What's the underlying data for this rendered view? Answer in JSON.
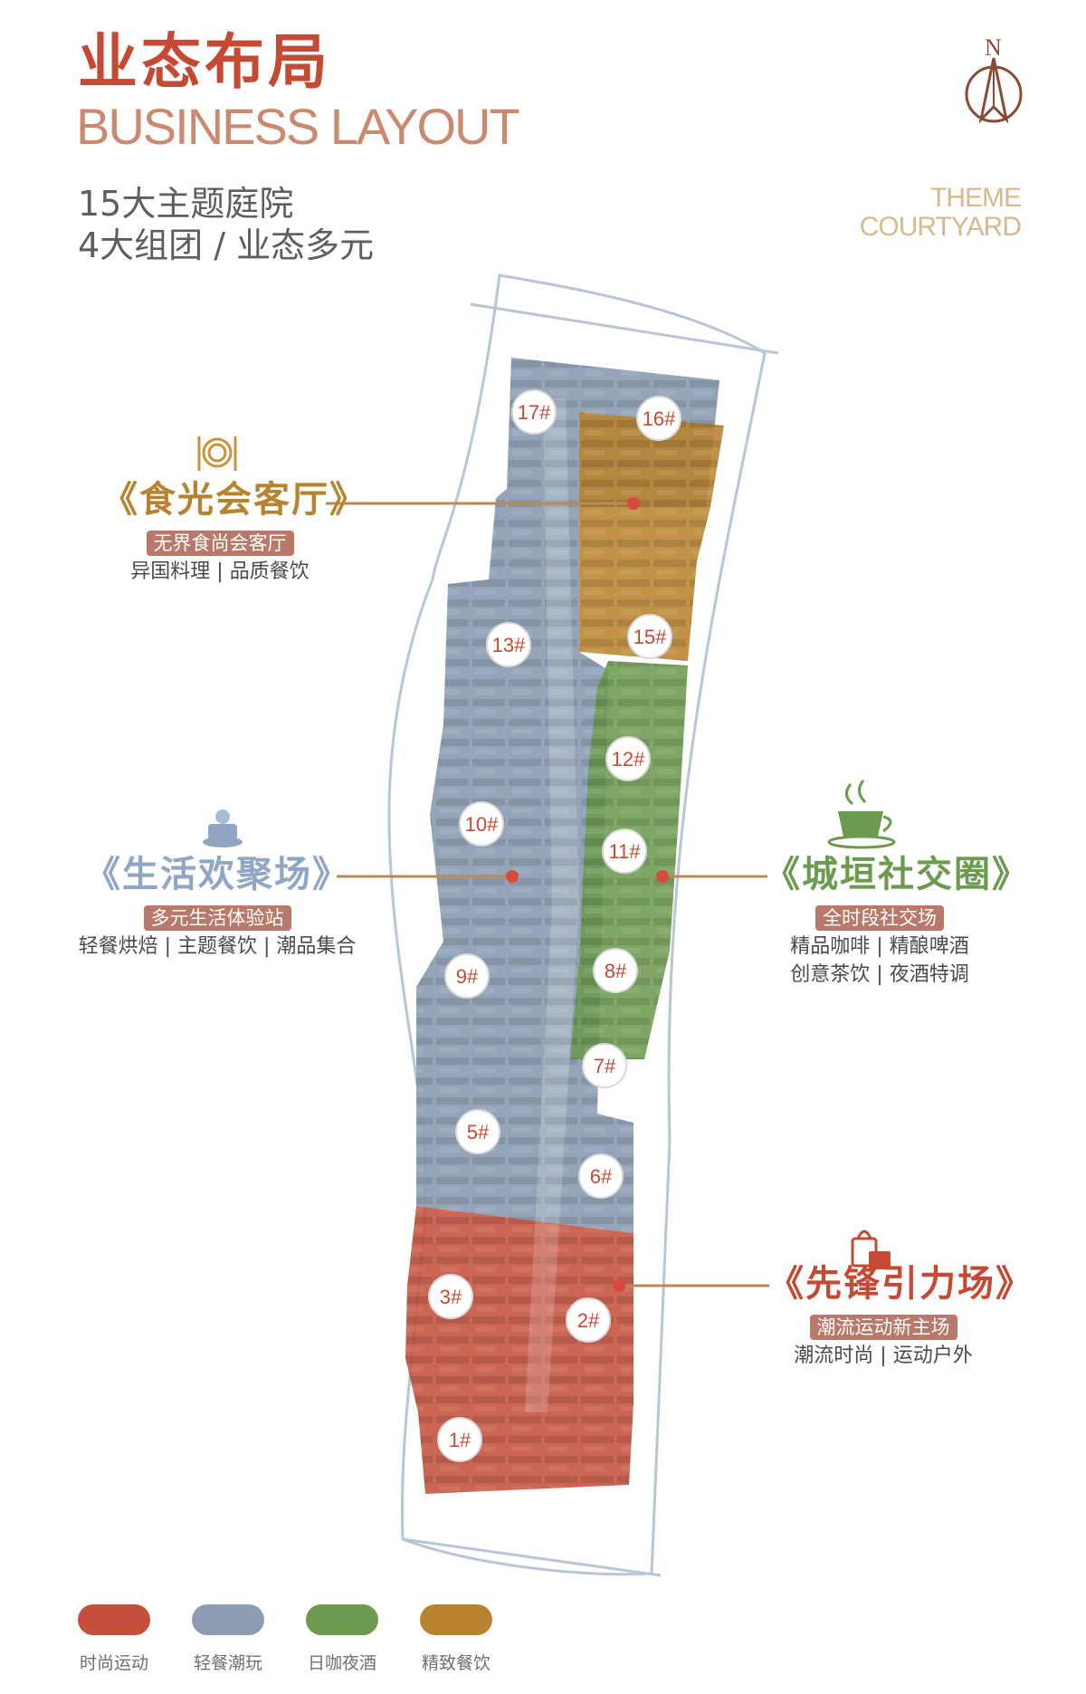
{
  "header": {
    "title_cn": "业态布局",
    "title_en": "BUSINESS LAYOUT",
    "subtitle_line1": "15大主题庭院",
    "subtitle_line2": "4大组团 / 业态多元",
    "theme_line1": "THEME",
    "theme_line2": "COURTYARD",
    "north_letter": "N"
  },
  "colors": {
    "red": "#c4503c",
    "blue": "#8c9db3",
    "green": "#6c9a4e",
    "gold": "#b8832f",
    "title_red": "#c64a33",
    "tag_bg": "#b8786a"
  },
  "groups": {
    "dining": {
      "icon": "dining-icon",
      "title": "食光会客厅",
      "tag": "无界食尚会客厅",
      "desc1": "异国料理 | 品质餐饮"
    },
    "life": {
      "icon": "cake-icon",
      "title": "生活欢聚场",
      "tag": "多元生活体验站",
      "desc1": "轻餐烘焙 | 主题餐饮 | 潮品集合"
    },
    "social": {
      "icon": "coffee-cup-icon",
      "title": "城垣社交圈",
      "tag": "全时段社交场",
      "desc1": "精品咖啡 | 精酿啤酒",
      "desc2": "创意茶饮 | 夜酒特调"
    },
    "pioneer": {
      "icon": "shopping-bag-icon",
      "title": "先锋引力场",
      "tag": "潮流运动新主场",
      "desc1": "潮流时尚 | 运动户外"
    }
  },
  "buildings": [
    "17#",
    "16#",
    "15#",
    "13#",
    "12#",
    "11#",
    "10#",
    "9#",
    "8#",
    "7#",
    "6#",
    "5#",
    "3#",
    "2#",
    "1#"
  ],
  "legend": [
    {
      "label": "时尚运动",
      "color": "#c4503c"
    },
    {
      "label": "轻餐潮玩",
      "color": "#8c9db3"
    },
    {
      "label": "日咖夜酒",
      "color": "#6c9a4e"
    },
    {
      "label": "精致餐饮",
      "color": "#b8832f"
    }
  ]
}
